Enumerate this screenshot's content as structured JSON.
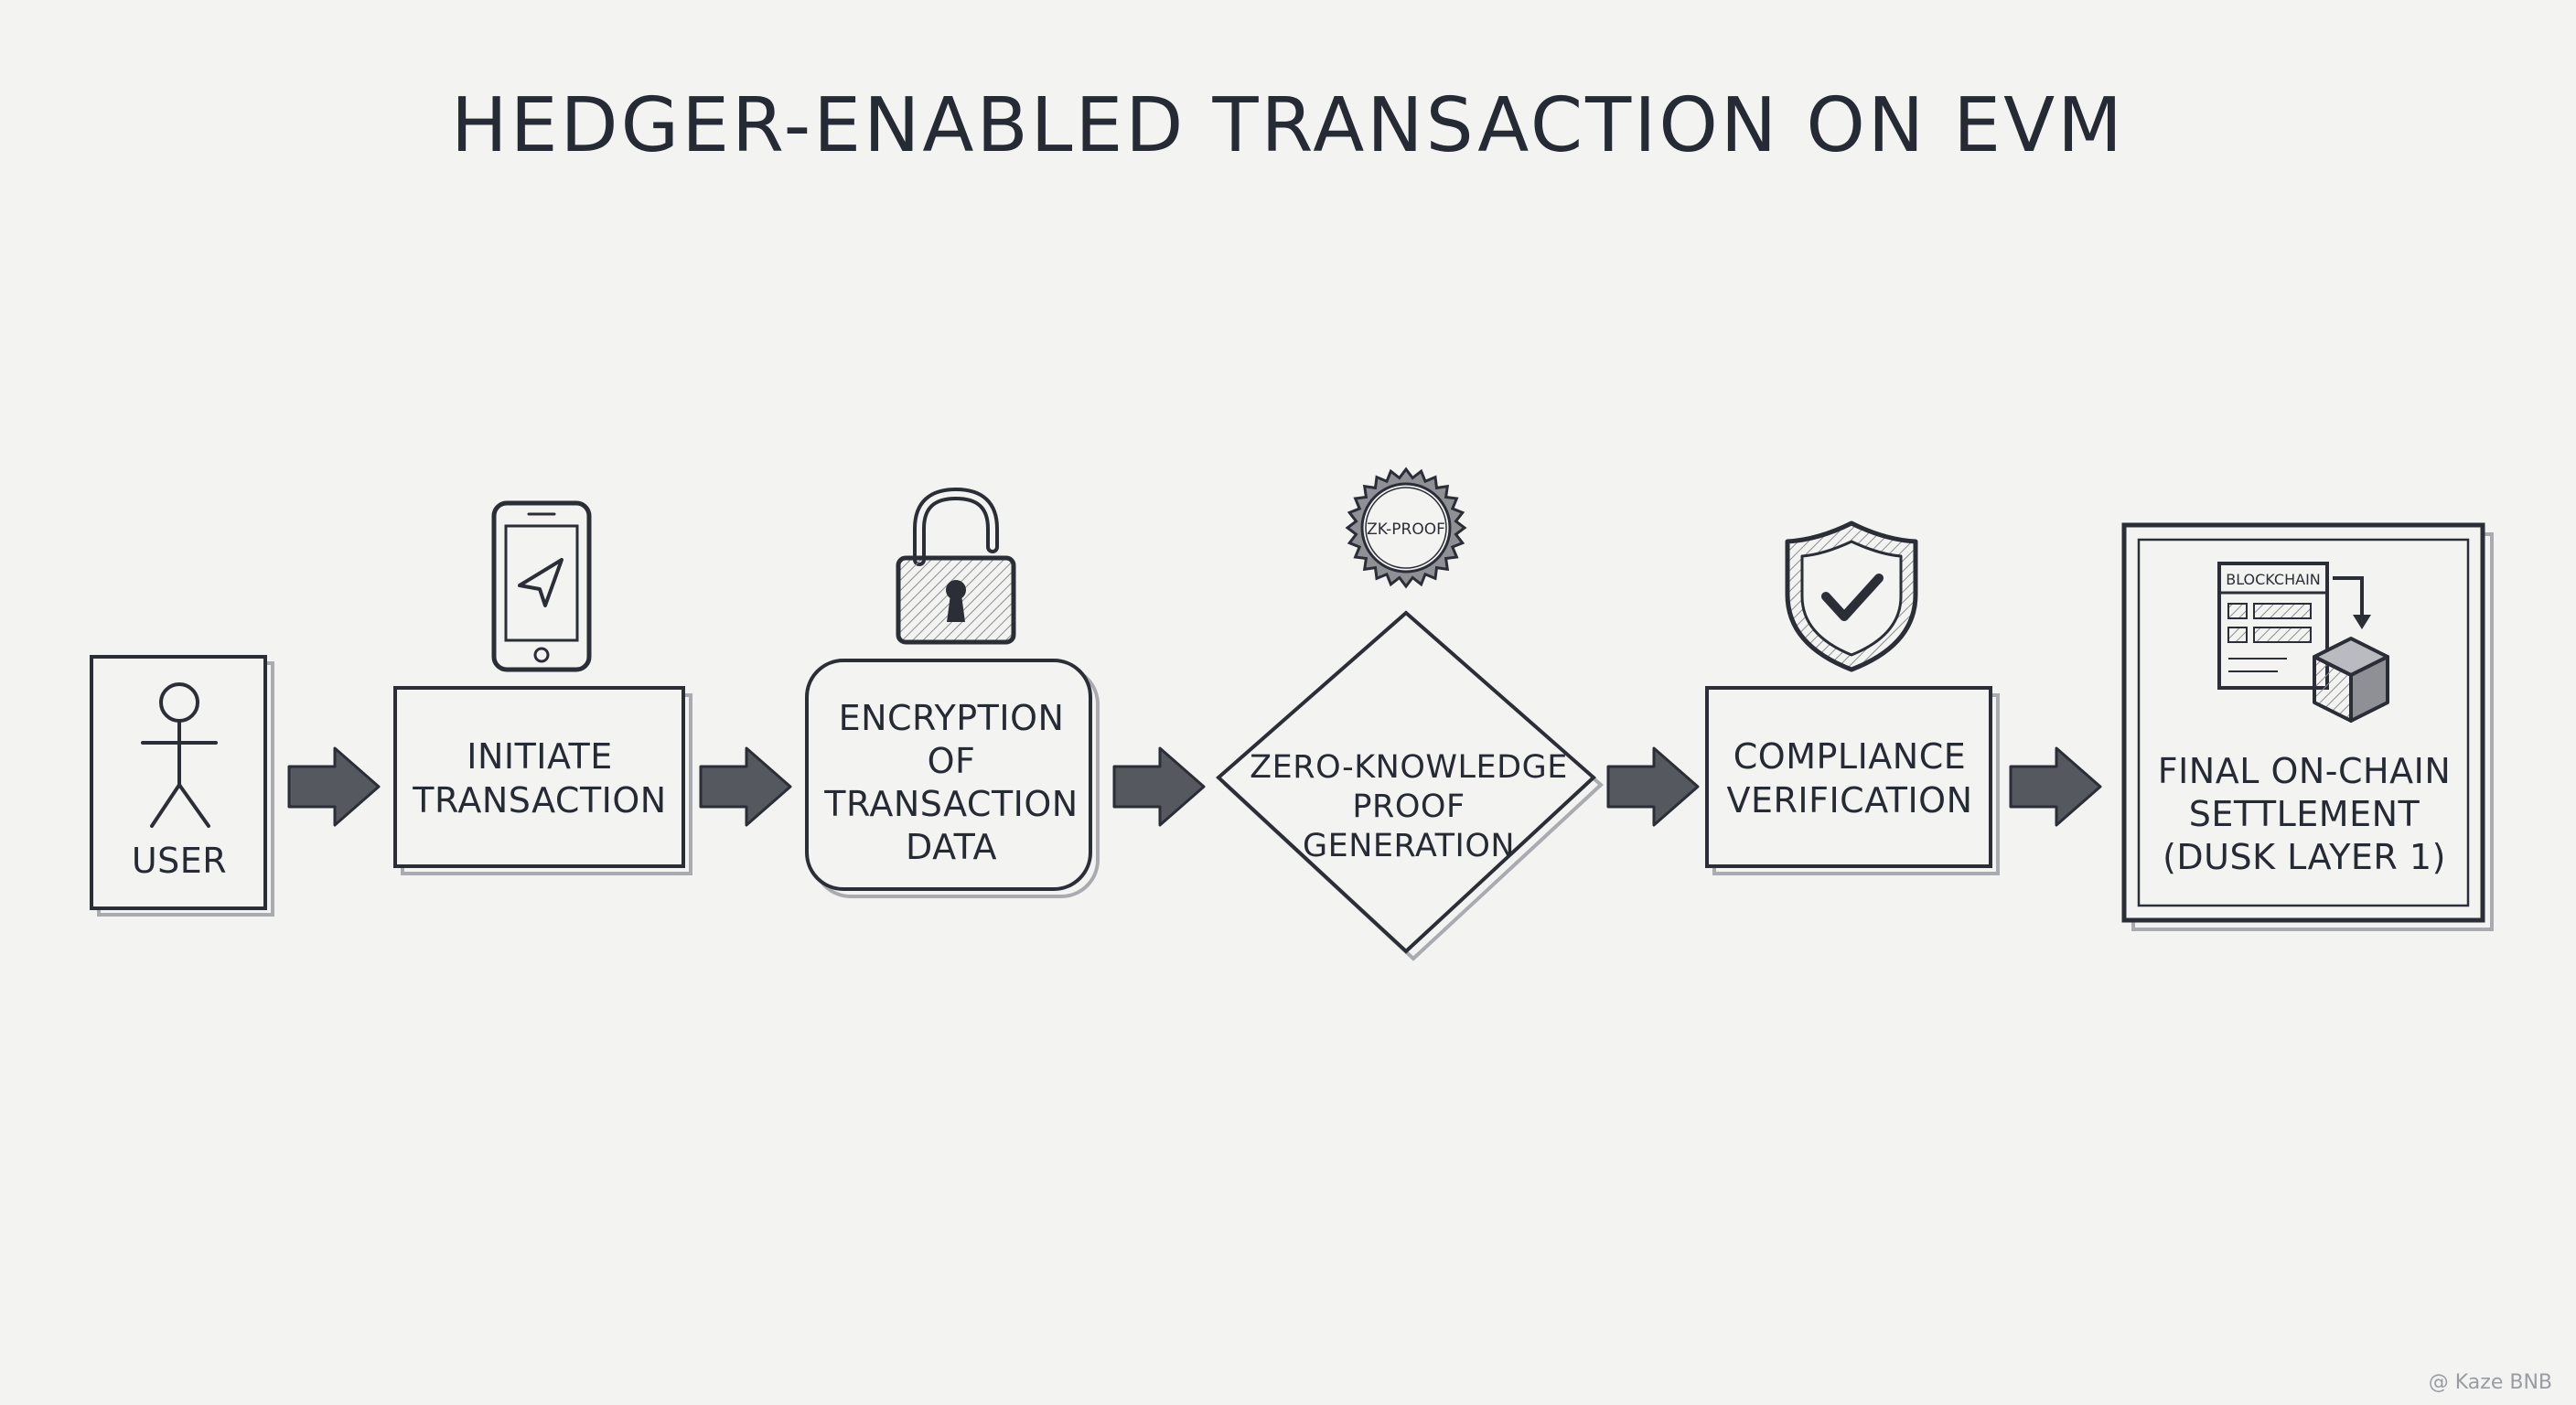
{
  "title": "HEDGER-ENABLED TRANSACTION ON EVM",
  "nodes": {
    "user": {
      "line1": "USER"
    },
    "initiate": {
      "line1": "INITIATE",
      "line2": "TRANSACTION"
    },
    "encryption": {
      "line1": "ENCRYPTION",
      "line2": "OF",
      "line3": "TRANSACTION",
      "line4": "DATA"
    },
    "zkp": {
      "line1": "ZERO-KNOWLEDGE",
      "line2": "PROOF",
      "line3": "GENERATION"
    },
    "compliance": {
      "line1": "COMPLIANCE",
      "line2": "VERIFICATION"
    },
    "settlement": {
      "line1": "FINAL ON-CHAIN",
      "line2": "SETTLEMENT",
      "line3": "(DUSK LAYER 1)"
    }
  },
  "icons": {
    "user": "stick-figure-icon",
    "initiate": "smartphone-icon",
    "encryption": "padlock-icon",
    "zkp": "badge-icon",
    "compliance": "shield-check-icon",
    "settlement": "blockchain-icon"
  },
  "zk_badge_label": "ZK-PROOF",
  "blockchain_label": "BLOCKCHAIN",
  "watermark": "@ Kaze BNB",
  "colors": {
    "background": "#f3f3f1",
    "ink": "#2b2e36",
    "arrow_fill": "#55585f"
  }
}
